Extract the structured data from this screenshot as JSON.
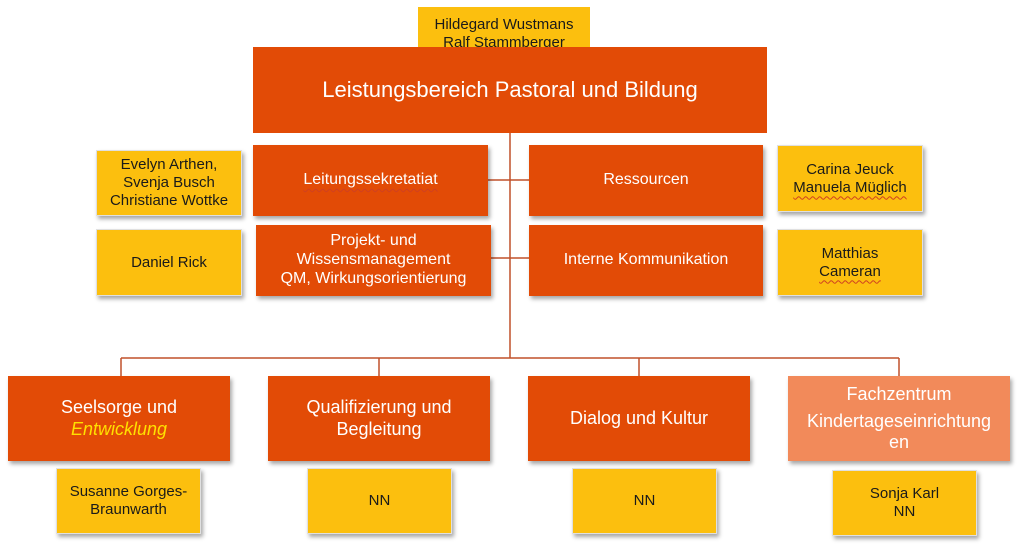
{
  "top_names": [
    "Hildegard Wustmans",
    "Ralf Stammberger"
  ],
  "main_title": "Leistungsbereich Pastoral und Bildung",
  "left_boxes": [
    {
      "label": "Leitungssekretatiat",
      "names": [
        "Evelyn Arthen,",
        "Svenja Busch",
        "Christiane Wottke"
      ]
    },
    {
      "label_lines": [
        "Projekt- und",
        "Wissensmanagement",
        "QM, Wirkungsorientierung"
      ],
      "names": [
        "Daniel Rick"
      ]
    }
  ],
  "right_boxes": [
    {
      "label": "Ressourcen",
      "names": [
        "Carina Jeuck",
        "Manuela Müglich"
      ]
    },
    {
      "label": "Interne Kommunikation",
      "names": [
        "Matthias",
        "Cameran"
      ]
    }
  ],
  "bottom_boxes": [
    {
      "label_lines": [
        "Seelsorge und",
        "Entwicklung"
      ],
      "names": [
        "Susanne Gorges-",
        "Braunwarth"
      ]
    },
    {
      "label_lines": [
        "Qualifizierung und",
        "Begleitung"
      ],
      "names": [
        "NN"
      ]
    },
    {
      "label_lines": [
        "Dialog und Kultur"
      ],
      "names": [
        "NN"
      ]
    },
    {
      "label_lines": [
        "Fachzentrum",
        "Kindertageseinrichtung",
        "en"
      ],
      "names": [
        "Sonja Karl",
        "NN"
      ]
    }
  ],
  "colors": {
    "orange": "#e24b06",
    "orange_light": "#f28a5a",
    "yellow": "#fcbf0e",
    "connector": "#c0502a",
    "highlight_text": "#ffe000"
  }
}
